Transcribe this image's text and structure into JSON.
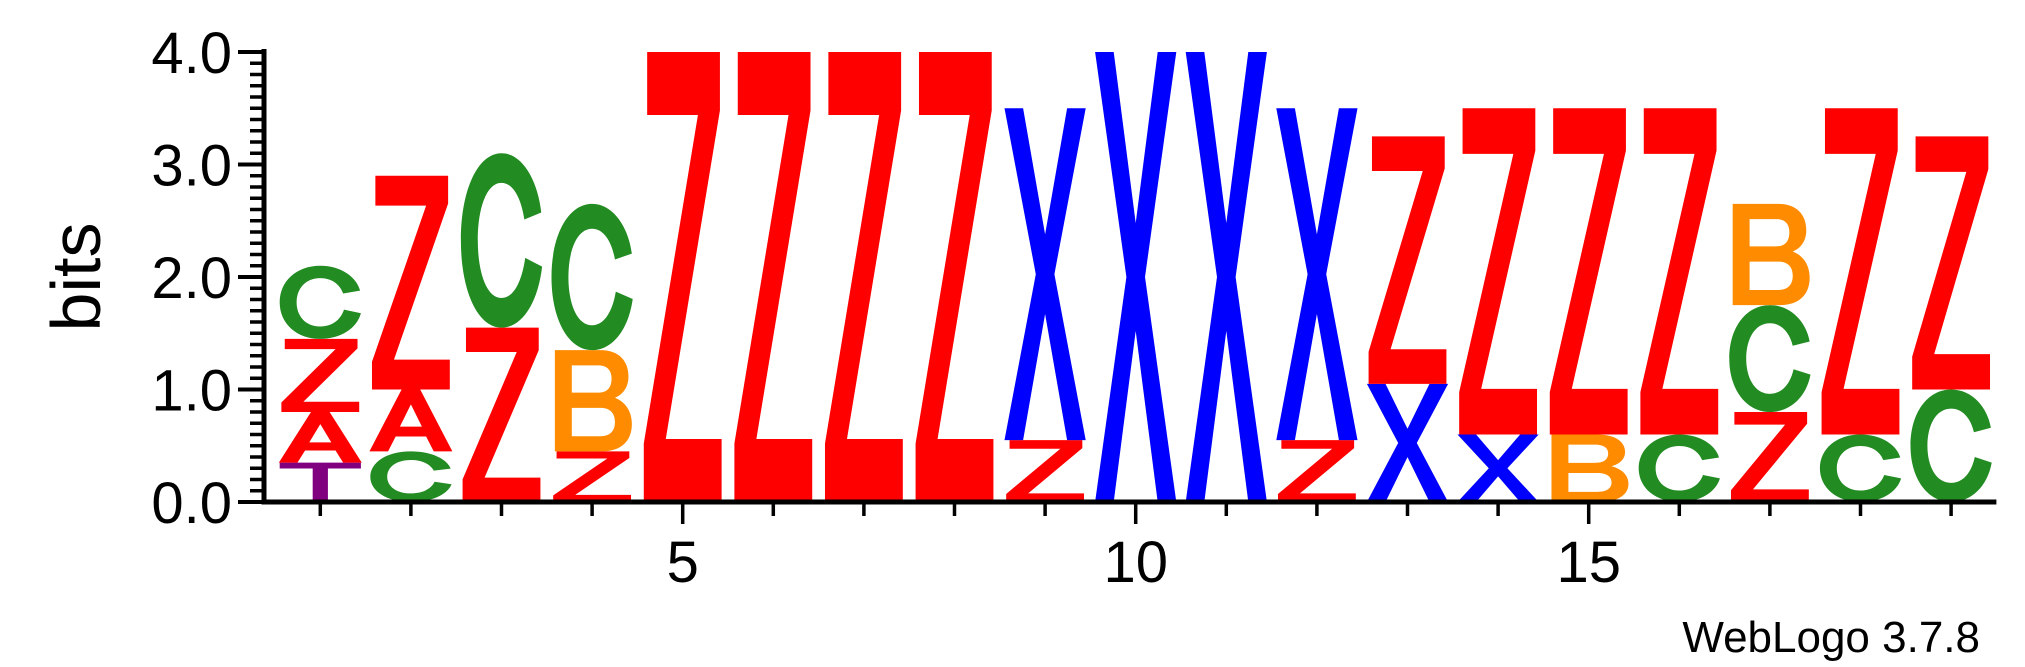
{
  "chart_data": {
    "type": "sequence_logo",
    "ylabel": "bits",
    "ylim": [
      0,
      4.0
    ],
    "y_ticks": [
      "0.0",
      "1.0",
      "2.0",
      "3.0",
      "4.0"
    ],
    "x_ticks": [
      "5",
      "10",
      "15"
    ],
    "x_tick_positions": [
      5,
      10,
      15
    ],
    "positions": [
      1,
      19
    ],
    "footer": "WebLogo 3.7.8",
    "colors": {
      "Z": "#ff0000",
      "A": "#ff0000",
      "X": "#0000ff",
      "C": "#228b22",
      "B": "#ff8c00",
      "T": "#800080"
    },
    "stacks": [
      {
        "position": 1,
        "letters": [
          {
            "char": "T",
            "bits": 0.35
          },
          {
            "char": "A",
            "bits": 0.45
          },
          {
            "char": "Z",
            "bits": 0.65
          },
          {
            "char": "C",
            "bits": 0.65
          }
        ]
      },
      {
        "position": 2,
        "letters": [
          {
            "char": "C",
            "bits": 0.45
          },
          {
            "char": "A",
            "bits": 0.55
          },
          {
            "char": "Z",
            "bits": 1.9
          }
        ]
      },
      {
        "position": 3,
        "letters": [
          {
            "char": "Z",
            "bits": 1.55
          },
          {
            "char": "C",
            "bits": 1.55
          }
        ]
      },
      {
        "position": 4,
        "letters": [
          {
            "char": "Z",
            "bits": 0.45
          },
          {
            "char": "B",
            "bits": 0.9
          },
          {
            "char": "C",
            "bits": 1.3
          }
        ]
      },
      {
        "position": 5,
        "letters": [
          {
            "char": "Z",
            "bits": 4.0
          }
        ]
      },
      {
        "position": 6,
        "letters": [
          {
            "char": "Z",
            "bits": 4.0
          }
        ]
      },
      {
        "position": 7,
        "letters": [
          {
            "char": "Z",
            "bits": 4.0
          }
        ]
      },
      {
        "position": 8,
        "letters": [
          {
            "char": "Z",
            "bits": 4.0
          }
        ]
      },
      {
        "position": 9,
        "letters": [
          {
            "char": "Z",
            "bits": 0.55
          },
          {
            "char": "X",
            "bits": 2.95
          }
        ]
      },
      {
        "position": 10,
        "letters": [
          {
            "char": "X",
            "bits": 4.0
          }
        ]
      },
      {
        "position": 11,
        "letters": [
          {
            "char": "X",
            "bits": 4.0
          }
        ]
      },
      {
        "position": 12,
        "letters": [
          {
            "char": "Z",
            "bits": 0.55
          },
          {
            "char": "X",
            "bits": 2.95
          }
        ]
      },
      {
        "position": 13,
        "letters": [
          {
            "char": "X",
            "bits": 1.05
          },
          {
            "char": "Z",
            "bits": 2.2
          }
        ]
      },
      {
        "position": 14,
        "letters": [
          {
            "char": "X",
            "bits": 0.6
          },
          {
            "char": "Z",
            "bits": 2.9
          }
        ]
      },
      {
        "position": 15,
        "letters": [
          {
            "char": "B",
            "bits": 0.6
          },
          {
            "char": "Z",
            "bits": 2.9
          }
        ]
      },
      {
        "position": 16,
        "letters": [
          {
            "char": "C",
            "bits": 0.6
          },
          {
            "char": "Z",
            "bits": 2.9
          }
        ]
      },
      {
        "position": 17,
        "letters": [
          {
            "char": "Z",
            "bits": 0.8
          },
          {
            "char": "C",
            "bits": 0.95
          },
          {
            "char": "B",
            "bits": 0.9
          }
        ]
      },
      {
        "position": 18,
        "letters": [
          {
            "char": "C",
            "bits": 0.6
          },
          {
            "char": "Z",
            "bits": 2.9
          }
        ]
      },
      {
        "position": 19,
        "letters": [
          {
            "char": "C",
            "bits": 1.0
          },
          {
            "char": "Z",
            "bits": 2.25
          }
        ]
      }
    ]
  }
}
